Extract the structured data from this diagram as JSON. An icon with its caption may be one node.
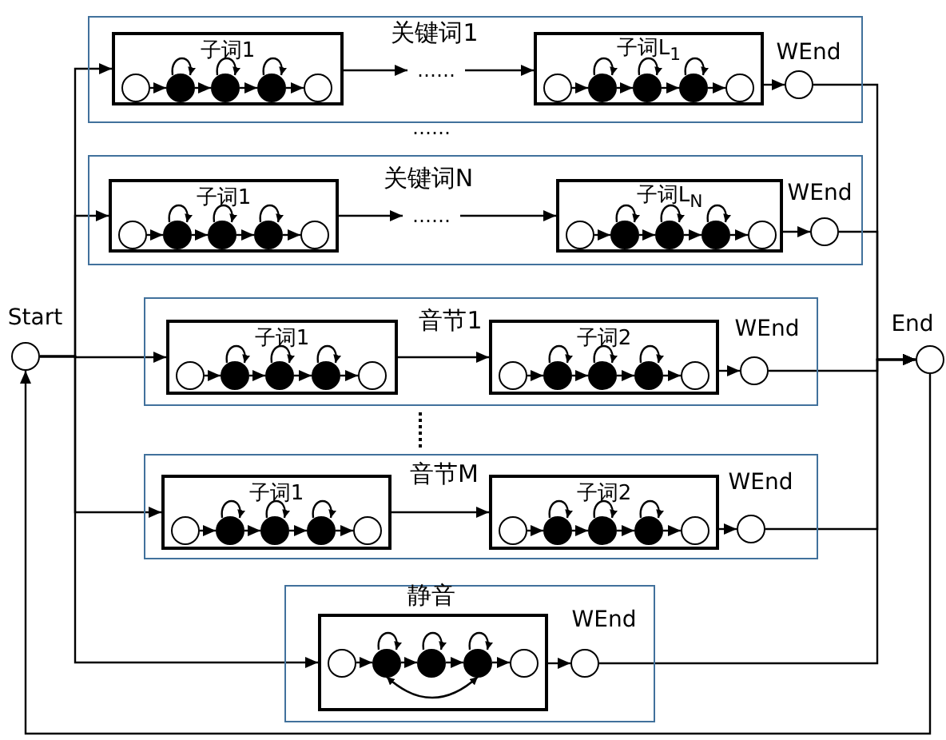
{
  "diagram": {
    "nodes": [
      {
        "text": [
          "关键词1"
        ]
      },
      {
        "text": [
          "子词1"
        ],
        "in": 0
      },
      {
        "text": [],
        "shape": "circle",
        "in": 1
      },
      {
        "text": [],
        "shape": "circle",
        "in": 1
      },
      {
        "text": [],
        "shape": "circle",
        "in": 1
      },
      {
        "text": [],
        "shape": "circle",
        "in": 1
      },
      {
        "text": [],
        "shape": "circle",
        "in": 1
      },
      {
        "text": [
          "……"
        ],
        "in": 0
      },
      {
        "text": [
          "子词L$_{1}$"
        ],
        "in": 0
      },
      {
        "text": [],
        "shape": "circle",
        "in": 8
      },
      {
        "text": [],
        "shape": "circle",
        "in": 8
      },
      {
        "text": [],
        "shape": "circle",
        "in": 8
      },
      {
        "text": [],
        "shape": "circle",
        "in": 8
      },
      {
        "text": [],
        "shape": "circle",
        "in": 8
      },
      {
        "text": [
          "WEnd"
        ],
        "in": 0
      },
      {
        "text": [
          "关键词N"
        ]
      },
      {
        "text": [
          "子词1"
        ],
        "in": 15
      },
      {
        "text": [],
        "shape": "circle",
        "in": 16
      },
      {
        "text": [],
        "shape": "circle",
        "in": 16
      },
      {
        "text": [],
        "shape": "circle",
        "in": 16
      },
      {
        "text": [],
        "shape": "circle",
        "in": 16
      },
      {
        "text": [],
        "shape": "circle",
        "in": 16
      },
      {
        "text": [
          "……"
        ],
        "in": 15
      },
      {
        "text": [
          "子词L$_{N}$"
        ],
        "in": 15
      },
      {
        "text": [],
        "shape": "circle",
        "in": 23
      },
      {
        "text": [],
        "shape": "circle",
        "in": 23
      },
      {
        "text": [],
        "shape": "circle",
        "in": 23
      },
      {
        "text": [],
        "shape": "circle",
        "in": 23
      },
      {
        "text": [],
        "shape": "circle",
        "in": 23
      },
      {
        "text": [
          "WEnd"
        ],
        "in": 15
      },
      {
        "text": [
          "Start"
        ]
      },
      {
        "text": [
          "End"
        ]
      },
      {
        "text": [
          "音节1"
        ]
      },
      {
        "text": [
          "子词1"
        ],
        "in": 32
      },
      {
        "text": [],
        "shape": "circle",
        "in": 33
      },
      {
        "text": [],
        "shape": "circle",
        "in": 33
      },
      {
        "text": [],
        "shape": "circle",
        "in": 33
      },
      {
        "text": [],
        "shape": "circle",
        "in": 33
      },
      {
        "text": [],
        "shape": "circle",
        "in": 33
      },
      {
        "text": [
          "子词2"
        ],
        "in": 32
      },
      {
        "text": [],
        "shape": "circle",
        "in": 39
      },
      {
        "text": [],
        "shape": "circle",
        "in": 39
      },
      {
        "text": [],
        "shape": "circle",
        "in": 39
      },
      {
        "text": [],
        "shape": "circle",
        "in": 39
      },
      {
        "text": [],
        "shape": "circle",
        "in": 39
      },
      {
        "text": [
          "WEnd"
        ],
        "in": 32
      },
      {
        "text": [
          "音节M"
        ]
      },
      {
        "text": [
          "子词1"
        ],
        "in": 46
      },
      {
        "text": [],
        "shape": "circle",
        "in": 47
      },
      {
        "text": [],
        "shape": "circle",
        "in": 47
      },
      {
        "text": [],
        "shape": "circle",
        "in": 47
      },
      {
        "text": [],
        "shape": "circle",
        "in": 47
      },
      {
        "text": [],
        "shape": "circle",
        "in": 47
      },
      {
        "text": [
          "子词2"
        ],
        "in": 46
      },
      {
        "text": [],
        "shape": "circle",
        "in": 53
      },
      {
        "text": [],
        "shape": "circle",
        "in": 53
      },
      {
        "text": [],
        "shape": "circle",
        "in": 53
      },
      {
        "text": [],
        "shape": "circle",
        "in": 53
      },
      {
        "text": [],
        "shape": "circle",
        "in": 53
      },
      {
        "text": [
          "WEnd"
        ],
        "in": 46
      },
      {
        "text": [
          "静音"
        ]
      },
      {
        "text": [],
        "shape": "box",
        "in": 60
      },
      {
        "text": [],
        "shape": "circle",
        "in": 61
      },
      {
        "text": [],
        "shape": "circle",
        "in": 61
      },
      {
        "text": [],
        "shape": "circle",
        "in": 61
      },
      {
        "text": [],
        "shape": "circle",
        "in": 61
      },
      {
        "text": [],
        "shape": "circle",
        "in": 61
      },
      {
        "text": [
          "WEnd"
        ],
        "in": 60
      }
    ],
    "edges": [
      {
        "from": 30,
        "to": 1,
        "arrow": "to"
      },
      {
        "from": 30,
        "to": 16,
        "arrow": "to"
      },
      {
        "from": 30,
        "to": 33,
        "arrow": "to"
      },
      {
        "from": 30,
        "to": 47,
        "arrow": "to"
      },
      {
        "from": 30,
        "to": 61,
        "arrow": "to"
      },
      {
        "from": 1,
        "to": 7,
        "arrow": "to"
      },
      {
        "from": 7,
        "to": 8,
        "arrow": "to"
      },
      {
        "from": 8,
        "to": 14,
        "arrow": "to"
      },
      {
        "from": 14,
        "to": 31,
        "arrow": "to"
      },
      {
        "from": 16,
        "to": 22,
        "arrow": "to"
      },
      {
        "from": 22,
        "to": 23,
        "arrow": "to"
      },
      {
        "from": 23,
        "to": 29,
        "arrow": "to"
      },
      {
        "from": 29,
        "to": 31,
        "arrow": "to"
      },
      {
        "from": 33,
        "to": 39,
        "arrow": "to"
      },
      {
        "from": 39,
        "to": 45,
        "arrow": "to"
      },
      {
        "from": 45,
        "to": 31,
        "arrow": "to"
      },
      {
        "from": 47,
        "to": 53,
        "arrow": "to"
      },
      {
        "from": 53,
        "to": 59,
        "arrow": "to"
      },
      {
        "from": 59,
        "to": 31,
        "arrow": "to"
      },
      {
        "from": 61,
        "to": 67,
        "arrow": "to"
      },
      {
        "from": 67,
        "to": 31,
        "arrow": "to"
      },
      {
        "from": 31,
        "to": 30,
        "arrow": "to"
      },
      {
        "from": 2,
        "to": 3,
        "arrow": "to"
      },
      {
        "from": 3,
        "to": 4,
        "arrow": "to"
      },
      {
        "from": 4,
        "to": 5,
        "arrow": "to"
      },
      {
        "from": 5,
        "to": 6,
        "arrow": "to"
      },
      {
        "from": 3,
        "to": 3,
        "arrow": "to"
      },
      {
        "from": 4,
        "to": 4,
        "arrow": "to"
      },
      {
        "from": 5,
        "to": 5,
        "arrow": "to"
      },
      {
        "from": 9,
        "to": 10,
        "arrow": "to"
      },
      {
        "from": 10,
        "to": 11,
        "arrow": "to"
      },
      {
        "from": 11,
        "to": 12,
        "arrow": "to"
      },
      {
        "from": 12,
        "to": 13,
        "arrow": "to"
      },
      {
        "from": 10,
        "to": 10,
        "arrow": "to"
      },
      {
        "from": 11,
        "to": 11,
        "arrow": "to"
      },
      {
        "from": 12,
        "to": 12,
        "arrow": "to"
      },
      {
        "from": 17,
        "to": 18,
        "arrow": "to"
      },
      {
        "from": 18,
        "to": 19,
        "arrow": "to"
      },
      {
        "from": 19,
        "to": 20,
        "arrow": "to"
      },
      {
        "from": 20,
        "to": 21,
        "arrow": "to"
      },
      {
        "from": 18,
        "to": 18,
        "arrow": "to"
      },
      {
        "from": 19,
        "to": 19,
        "arrow": "to"
      },
      {
        "from": 20,
        "to": 20,
        "arrow": "to"
      },
      {
        "from": 24,
        "to": 25,
        "arrow": "to"
      },
      {
        "from": 25,
        "to": 26,
        "arrow": "to"
      },
      {
        "from": 26,
        "to": 27,
        "arrow": "to"
      },
      {
        "from": 27,
        "to": 28,
        "arrow": "to"
      },
      {
        "from": 25,
        "to": 25,
        "arrow": "to"
      },
      {
        "from": 26,
        "to": 26,
        "arrow": "to"
      },
      {
        "from": 27,
        "to": 27,
        "arrow": "to"
      },
      {
        "from": 34,
        "to": 35,
        "arrow": "to"
      },
      {
        "from": 35,
        "to": 36,
        "arrow": "to"
      },
      {
        "from": 36,
        "to": 37,
        "arrow": "to"
      },
      {
        "from": 37,
        "to": 38,
        "arrow": "to"
      },
      {
        "from": 35,
        "to": 35,
        "arrow": "to"
      },
      {
        "from": 36,
        "to": 36,
        "arrow": "to"
      },
      {
        "from": 37,
        "to": 37,
        "arrow": "to"
      },
      {
        "from": 40,
        "to": 41,
        "arrow": "to"
      },
      {
        "from": 41,
        "to": 42,
        "arrow": "to"
      },
      {
        "from": 42,
        "to": 43,
        "arrow": "to"
      },
      {
        "from": 43,
        "to": 44,
        "arrow": "to"
      },
      {
        "from": 41,
        "to": 41,
        "arrow": "to"
      },
      {
        "from": 42,
        "to": 42,
        "arrow": "to"
      },
      {
        "from": 43,
        "to": 43,
        "arrow": "to"
      },
      {
        "from": 48,
        "to": 49,
        "arrow": "to"
      },
      {
        "from": 49,
        "to": 50,
        "arrow": "to"
      },
      {
        "from": 50,
        "to": 51,
        "arrow": "to"
      },
      {
        "from": 51,
        "to": 52,
        "arrow": "to"
      },
      {
        "from": 49,
        "to": 49,
        "arrow": "to"
      },
      {
        "from": 50,
        "to": 50,
        "arrow": "to"
      },
      {
        "from": 51,
        "to": 51,
        "arrow": "to"
      },
      {
        "from": 54,
        "to": 55,
        "arrow": "to"
      },
      {
        "from": 55,
        "to": 56,
        "arrow": "to"
      },
      {
        "from": 56,
        "to": 57,
        "arrow": "to"
      },
      {
        "from": 57,
        "to": 58,
        "arrow": "to"
      },
      {
        "from": 55,
        "to": 55,
        "arrow": "to"
      },
      {
        "from": 56,
        "to": 56,
        "arrow": "to"
      },
      {
        "from": 57,
        "to": 57,
        "arrow": "to"
      },
      {
        "from": 62,
        "to": 63,
        "arrow": "to"
      },
      {
        "from": 63,
        "to": 64,
        "arrow": "to"
      },
      {
        "from": 64,
        "to": 65,
        "arrow": "to"
      },
      {
        "from": 65,
        "to": 66,
        "arrow": "to"
      },
      {
        "from": 63,
        "to": 63,
        "arrow": "to"
      },
      {
        "from": 64,
        "to": 64,
        "arrow": "to"
      },
      {
        "from": 65,
        "to": 65,
        "arrow": "to"
      },
      {
        "from": 63,
        "to": 65,
        "arrow": "both"
      }
    ],
    "labels": [
      "……"
    ]
  }
}
